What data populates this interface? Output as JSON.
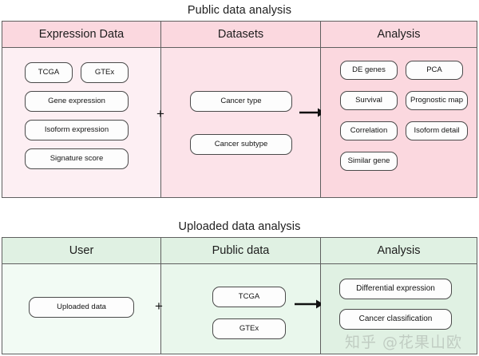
{
  "figure": {
    "watermark": "知乎 @花果山欧",
    "plus_symbol": "+",
    "arrow_symbol": "→",
    "colors": {
      "pink_header": "#fbd8df",
      "pink_light": "#fdeff3",
      "pink_mid": "#fce3e9",
      "green_header": "#e0f1e3",
      "green_light": "#f2fbf4",
      "green_mid": "#e9f7ec",
      "border": "#5f5f5f",
      "chip_border": "#4a4a4a",
      "chip_fill": "#fdfdfd"
    }
  },
  "public_section": {
    "title": "Public data analysis",
    "columns": [
      {
        "header": "Expression Data",
        "items": [
          "TCGA",
          "GTEx",
          "Gene expression",
          "Isoform expression",
          "Signature score"
        ]
      },
      {
        "header": "Datasets",
        "items": [
          "Cancer type",
          "Cancer subtype"
        ]
      },
      {
        "header": "Analysis",
        "items": [
          "DE genes",
          "PCA",
          "Survival",
          "Prognostic map",
          "Correlation",
          "Isoform detail",
          "Similar gene"
        ]
      }
    ]
  },
  "uploaded_section": {
    "title": "Uploaded data analysis",
    "columns": [
      {
        "header": "User",
        "items": [
          "Uploaded data"
        ]
      },
      {
        "header": "Public data",
        "items": [
          "TCGA",
          "GTEx"
        ]
      },
      {
        "header": "Analysis",
        "items": [
          "Differential expression",
          "Cancer classification"
        ]
      }
    ]
  }
}
